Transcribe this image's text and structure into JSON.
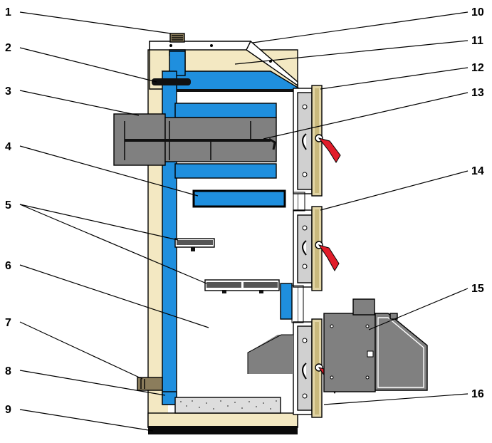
{
  "colors": {
    "casing": "#f3e8c2",
    "water_jacket": "#1f8fde",
    "gray_metal": "#808080",
    "door_rail": "#e3d6a6",
    "handle": "#e11d2a",
    "light_gray": "#d0d0d0",
    "black": "#000000"
  },
  "labels": {
    "n1": "1",
    "n2": "2",
    "n3": "3",
    "n4": "4",
    "n5": "5",
    "n6": "6",
    "n7": "7",
    "n8": "8",
    "n9": "9",
    "n10": "10",
    "n11": "11",
    "n12": "12",
    "n13": "13",
    "n14": "14",
    "n15": "15",
    "n16": "16"
  }
}
